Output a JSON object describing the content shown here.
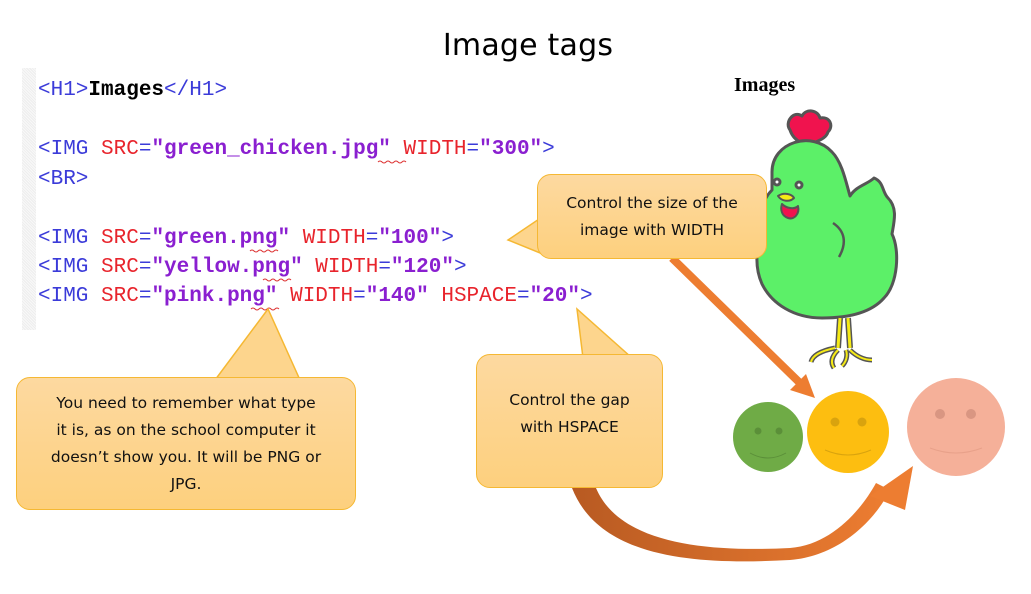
{
  "slide": {
    "title": "Image tags"
  },
  "code": {
    "lines": [
      {
        "tag_open": "<H1>",
        "content": "Images",
        "tag_close": "</H1>"
      },
      {
        "tag": "<IMG",
        "attr1": "SRC",
        "val1": "\"green_chicken.jpg\"",
        "attr2": "WIDTH",
        "val2": "\"300\"",
        "end": ">"
      },
      {
        "tag": "<BR>"
      },
      {
        "tag": "<IMG",
        "attr1": "SRC",
        "val1": "\"green.png\"",
        "attr2": "WIDTH",
        "val2": "\"100\"",
        "end": ">"
      },
      {
        "tag": "<IMG",
        "attr1": "SRC",
        "val1": "\"yellow.png\"",
        "attr2": "WIDTH",
        "val2": "\"120\"",
        "end": ">"
      },
      {
        "tag": "<IMG",
        "attr1": "SRC",
        "val1": "\"pink.png\"",
        "attr2": "WIDTH",
        "val2": "\"140\"",
        "attr3": "HSPACE",
        "val3": "\"20\"",
        "end": ">"
      }
    ],
    "eq": "="
  },
  "preview": {
    "heading": "Images",
    "images": [
      {
        "name": "green-chicken",
        "colors": {
          "body": "#5cf068",
          "comb": "#f0134e",
          "feet": "#f5ea16",
          "outline": "#555555"
        }
      },
      {
        "name": "green-smiley",
        "color": "#6fab46"
      },
      {
        "name": "yellow-smiley",
        "color": "#fdbe10"
      },
      {
        "name": "pink-smiley",
        "color": "#f5b099"
      }
    ]
  },
  "callouts": {
    "width": "Control the size of the image with WIDTH",
    "width_lines": [
      "Control the size of the",
      "image with WIDTH"
    ],
    "type_lines": [
      "You need to remember what type",
      "it is, as on the school computer it",
      "doesn’t show you. It will be PNG or",
      "JPG."
    ],
    "hspace_lines": [
      "Control the gap",
      "with HSPACE"
    ]
  },
  "colors": {
    "tag": "#3b3bd9",
    "attr": "#e8242c",
    "value": "#8a1fd0",
    "callout_fill": "#fdd58d",
    "callout_border": "#f5b833",
    "arrow": "#ed7d31"
  }
}
